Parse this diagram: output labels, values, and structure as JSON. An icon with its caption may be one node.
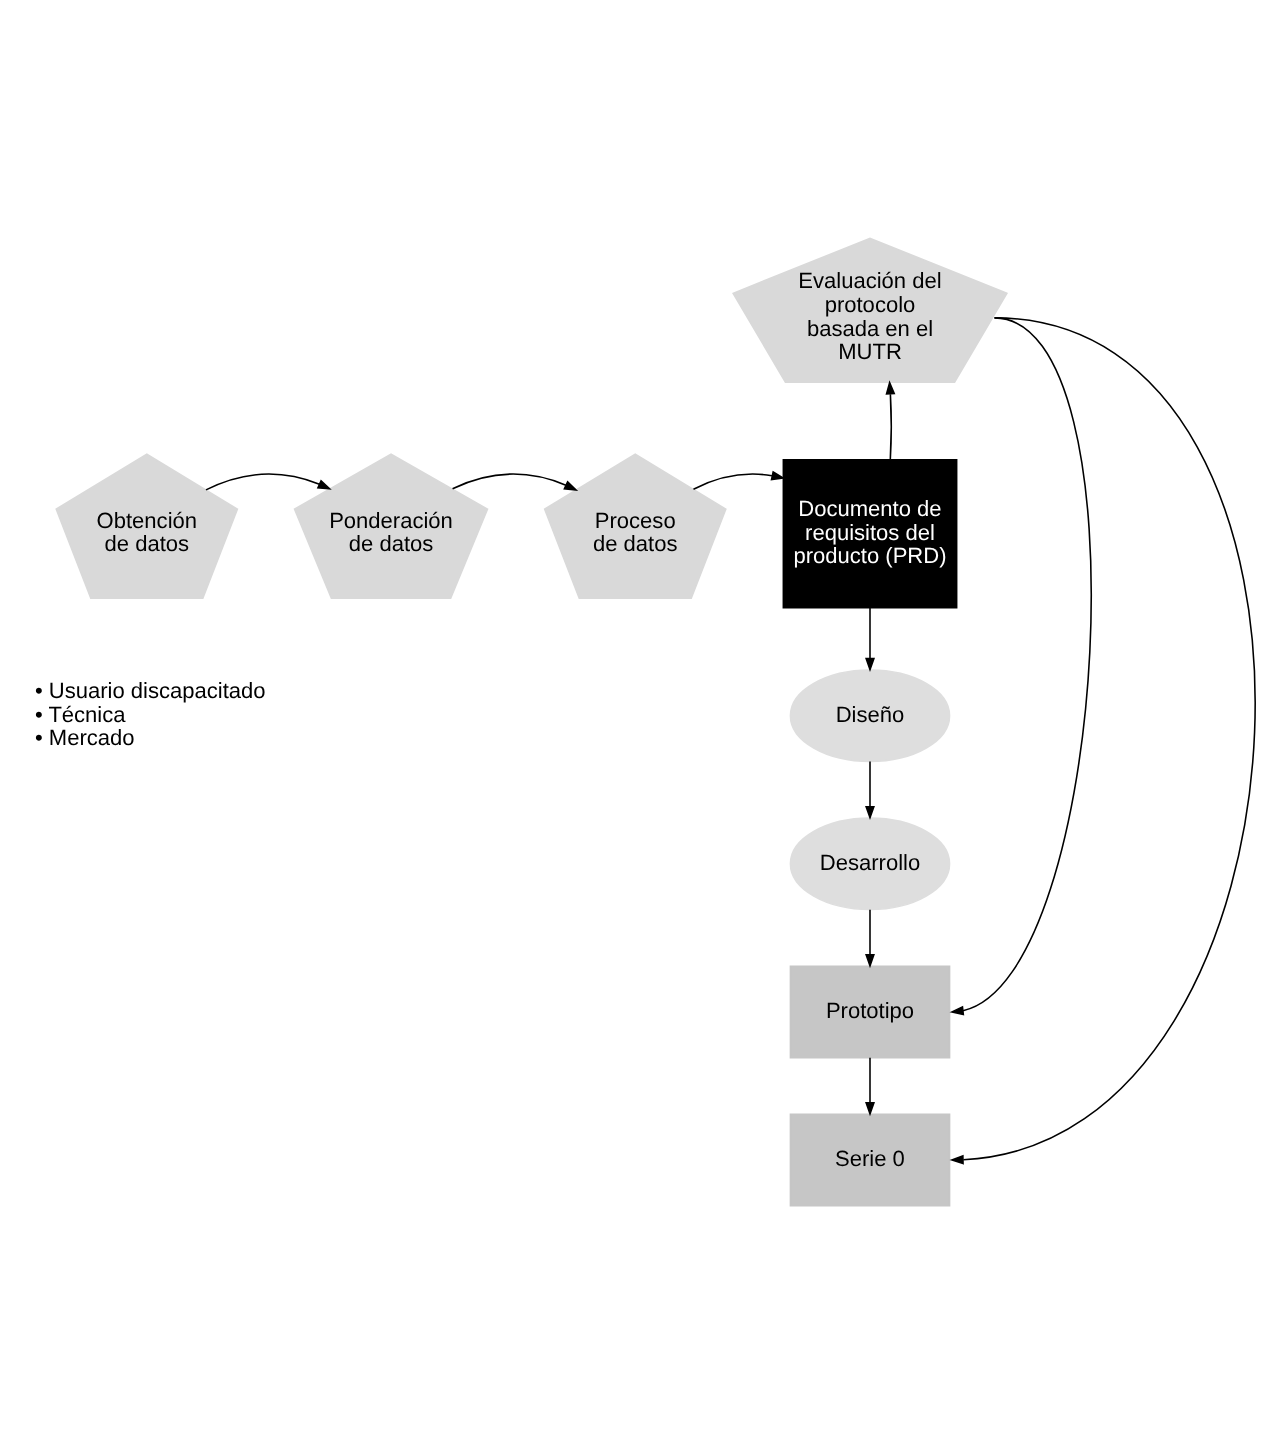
{
  "diagram": {
    "nodes": [
      {
        "text": [
          "Obtención de datos"
        ],
        "beside": [
          "• Usuario discapacitado",
          "• Técnica",
          "• Mercado"
        ]
      },
      {
        "text": [
          "Ponderación de datos"
        ]
      },
      {
        "text": [
          "Proceso de datos"
        ]
      },
      {
        "text": [
          "Documento de requisitos del producto (PRD)"
        ]
      },
      {
        "text": [
          "Evaluación del protocolo basada en el MUTR"
        ]
      },
      {
        "text": [
          "Diseño"
        ]
      },
      {
        "text": [
          "Desarrollo"
        ]
      },
      {
        "text": [
          "Prototipo"
        ]
      },
      {
        "text": [
          "Serie 0"
        ]
      }
    ],
    "edges": [
      {
        "from": 0,
        "to": 1,
        "arrow": "to"
      },
      {
        "from": 1,
        "to": 2,
        "arrow": "to"
      },
      {
        "from": 2,
        "to": 3,
        "arrow": "to"
      },
      {
        "from": 3,
        "to": 4,
        "arrow": "to"
      },
      {
        "from": 3,
        "to": 5,
        "arrow": "to"
      },
      {
        "from": 5,
        "to": 6,
        "arrow": "to"
      },
      {
        "from": 6,
        "to": 7,
        "arrow": "to"
      },
      {
        "from": 7,
        "to": 8,
        "arrow": "to"
      },
      {
        "from": 4,
        "to": 7,
        "arrow": "to"
      },
      {
        "from": 4,
        "to": 8,
        "arrow": "to"
      }
    ]
  }
}
